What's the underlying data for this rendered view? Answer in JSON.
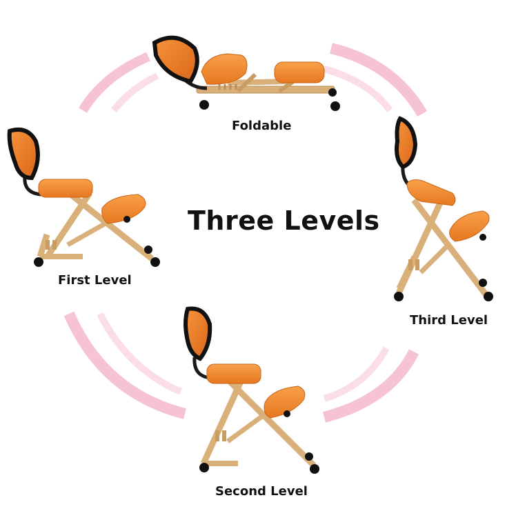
{
  "title": "Three Levels",
  "labels": {
    "foldable": "Foldable",
    "first_level": "First Level",
    "third_level": "Third Level",
    "second_level": "Second Level"
  },
  "colors": {
    "seat_orange": "#f28a2e",
    "frame_wood": "#d9b07a",
    "backrest_black": "#1a1a1a",
    "arc_pink": "#f4b6cc"
  }
}
